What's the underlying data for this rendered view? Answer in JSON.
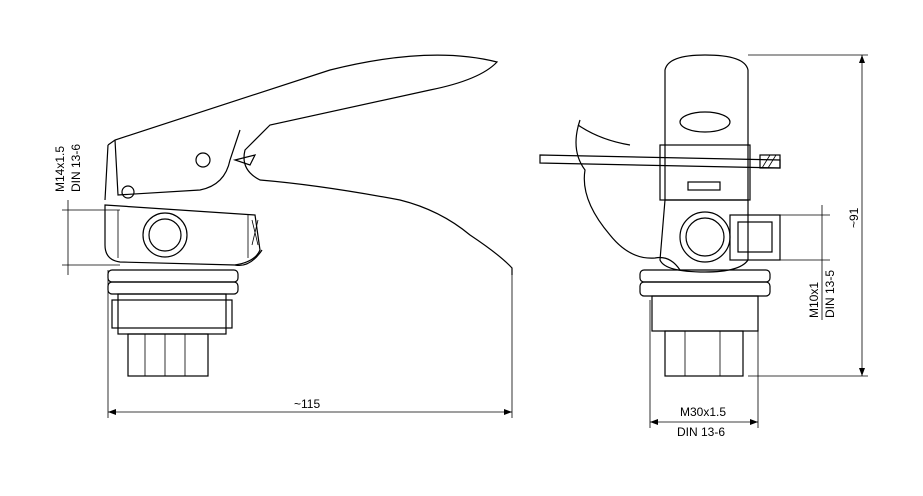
{
  "left_view": {
    "thread_label": "M14x1.5",
    "thread_standard": "DIN 13-6",
    "length_label": "~115"
  },
  "right_view": {
    "height_label": "~91",
    "side_thread_label": "M10x1",
    "side_thread_standard": "DIN 13-5",
    "base_thread_label": "M30x1.5",
    "base_thread_standard": "DIN 13-6"
  }
}
